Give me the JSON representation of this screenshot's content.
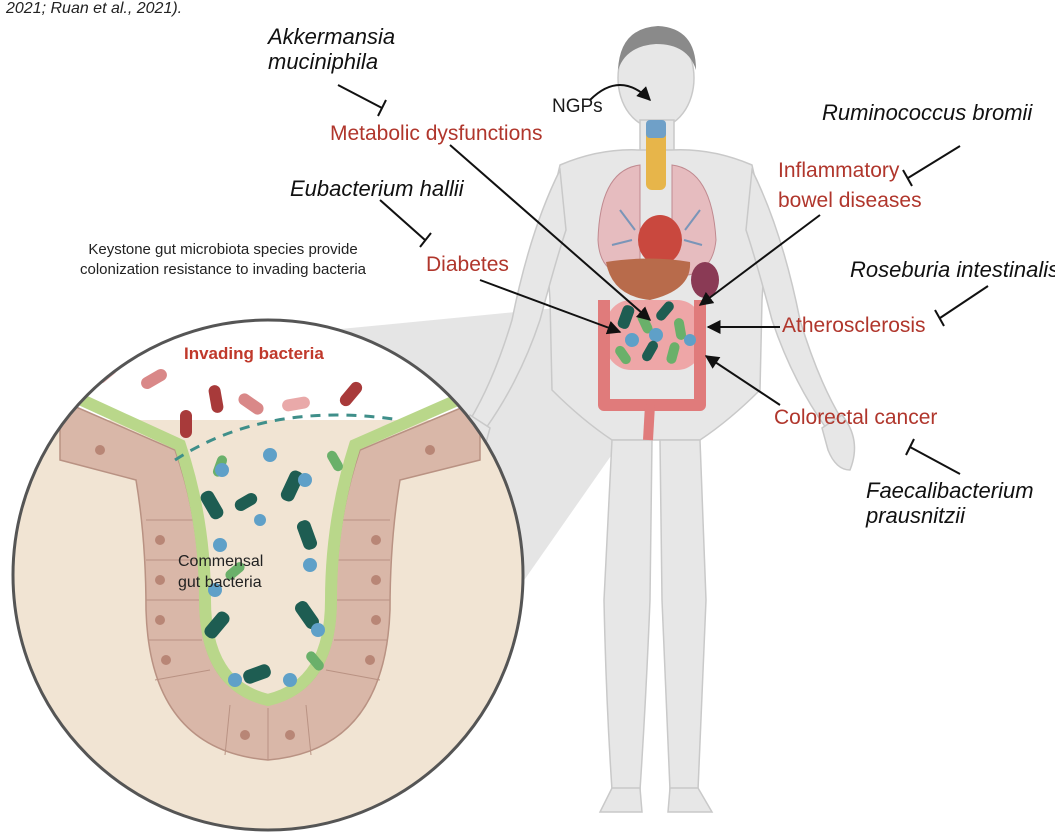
{
  "top_text": "2021; Ruan et al., 2021).",
  "colors": {
    "disease": "#b0362c",
    "inhibit_line": "#111111",
    "arrow": "#111111",
    "tissue": "#f1e4d3",
    "epithelium": "#d9b7a8",
    "mucus": "#b9d78a",
    "bacteria_dark": "#1e5d52",
    "bacteria_blue": "#5fa0c8",
    "bacteria_green": "#6ab06a",
    "invader": "#a83a3a",
    "body": "#e6e6e6"
  },
  "species": {
    "akkermansia": [
      "Akkermansia",
      "muciniphila"
    ],
    "ruminococcus": "Ruminococcus bromii",
    "eubacterium": "Eubacterium hallii",
    "roseburia": "Roseburia intestinalis",
    "faecalibacterium": [
      "Faecalibacterium",
      "prausnitzii"
    ]
  },
  "diseases": {
    "metabolic": "Metabolic dysfunctions",
    "ibd": [
      "Inflammatory",
      "bowel diseases"
    ],
    "diabetes": "Diabetes",
    "atherosclerosis": "Atherosclerosis",
    "colorectal": "Colorectal cancer"
  },
  "ngps": "NGPs",
  "caption": [
    "Keystone gut microbiota species provide",
    "colonization resistance to invading bacteria"
  ],
  "inset": {
    "invading": "Invading bacteria",
    "commensal": [
      "Commensal",
      "gut bacteria"
    ]
  }
}
